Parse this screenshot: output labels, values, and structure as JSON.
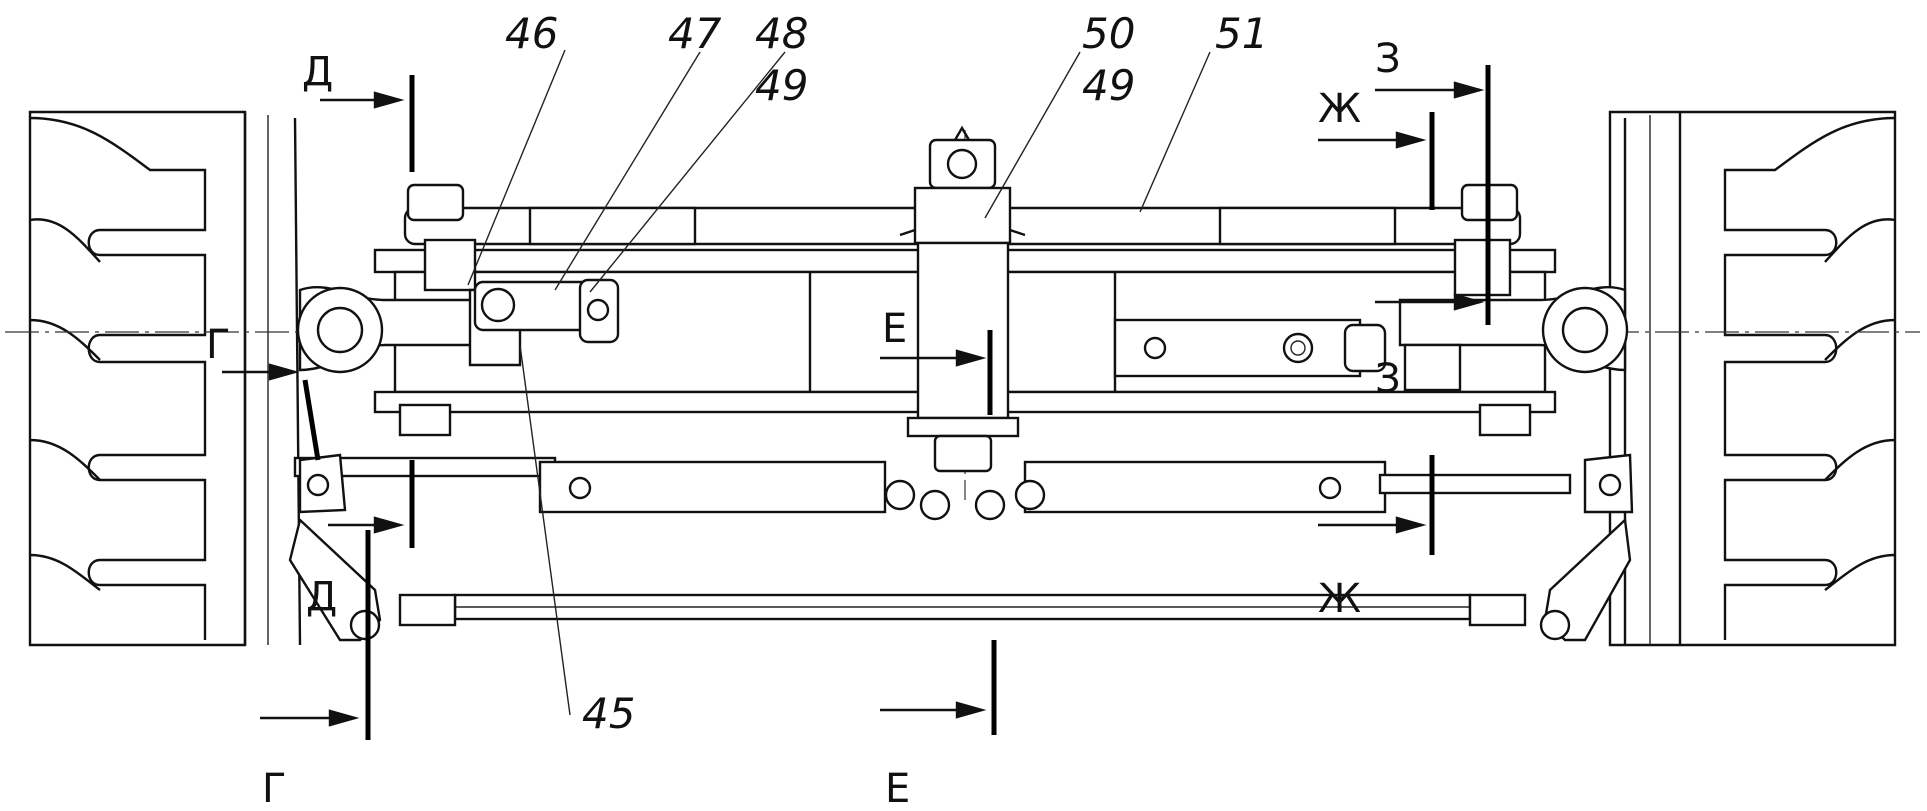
{
  "part_numbers": [
    "45",
    "46",
    "47",
    "48",
    "49",
    "50",
    "49",
    "51"
  ],
  "section_letters": {
    "d_top": "Д",
    "d_bottom": "Д",
    "g_left": "Г",
    "g_bottom": "Г",
    "e_mid": "Е",
    "e_bottom": "Е",
    "zh_top": "Ж",
    "zh_rod": "Ж",
    "z_top": "З",
    "z_mid": "З"
  },
  "colors": {
    "line": "#111111",
    "background": "#ffffff"
  }
}
